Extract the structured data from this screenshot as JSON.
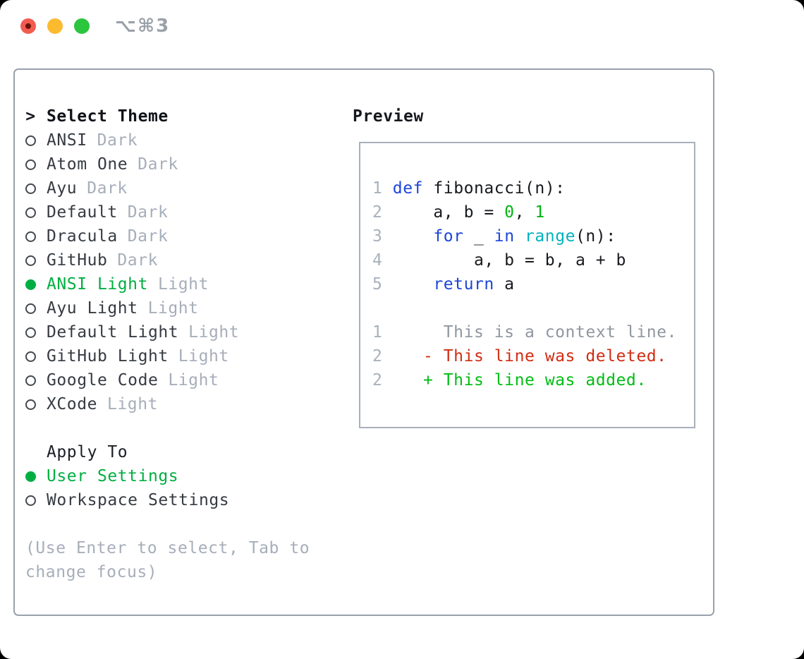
{
  "colors": {
    "accent": "#00ae41",
    "keyword": "#1c45d9",
    "builtin": "#00b2bf",
    "number": "#00b513",
    "added": "#00bd13",
    "deleted": "#d02d11",
    "context": "#8f97a0",
    "linenum": "#a8b1bc",
    "muted": "#a6aeba",
    "muted-dark": "#9aa1a9",
    "border-main": "#99a1ac",
    "border-preview": "#a9b0ba",
    "light-red": "#f35b51",
    "light-yellow": "#fcbb2f",
    "light-green": "#2cc53e"
  },
  "titlebar": {
    "shortcut_label": "⌥⌘3"
  },
  "theme_panel": {
    "cursor": ">",
    "title": "Select Theme",
    "items": [
      {
        "name": "ANSI",
        "tag": "Dark",
        "selected": false
      },
      {
        "name": "Atom One",
        "tag": "Dark",
        "selected": false
      },
      {
        "name": "Ayu",
        "tag": "Dark",
        "selected": false
      },
      {
        "name": "Default",
        "tag": "Dark",
        "selected": false
      },
      {
        "name": "Dracula",
        "tag": "Dark",
        "selected": false
      },
      {
        "name": "GitHub",
        "tag": "Dark",
        "selected": false
      },
      {
        "name": "ANSI Light",
        "tag": "Light",
        "selected": true
      },
      {
        "name": "Ayu Light",
        "tag": "Light",
        "selected": false
      },
      {
        "name": "Default Light",
        "tag": "Light",
        "selected": false
      },
      {
        "name": "GitHub Light",
        "tag": "Light",
        "selected": false
      },
      {
        "name": "Google Code",
        "tag": "Light",
        "selected": false
      },
      {
        "name": "XCode",
        "tag": "Light",
        "selected": false
      }
    ],
    "apply_to": {
      "title": "Apply To",
      "options": [
        {
          "label": "User Settings",
          "selected": true
        },
        {
          "label": "Workspace Settings",
          "selected": false
        }
      ]
    },
    "help_lines": [
      "(Use Enter to select, Tab to",
      "change focus)"
    ]
  },
  "preview": {
    "title": "Preview",
    "code_lines": [
      {
        "num": "1",
        "tokens": [
          {
            "c": "kw",
            "t": "def"
          },
          {
            "c": "plain",
            "t": " fibonacci(n):"
          }
        ]
      },
      {
        "num": "2",
        "tokens": [
          {
            "c": "plain",
            "t": "    a, b = "
          },
          {
            "c": "num",
            "t": "0"
          },
          {
            "c": "plain",
            "t": ", "
          },
          {
            "c": "num",
            "t": "1"
          }
        ]
      },
      {
        "num": "3",
        "tokens": [
          {
            "c": "plain",
            "t": "    "
          },
          {
            "c": "kw",
            "t": "for"
          },
          {
            "c": "plain",
            "t": " _ "
          },
          {
            "c": "kw",
            "t": "in"
          },
          {
            "c": "plain",
            "t": " "
          },
          {
            "c": "fn",
            "t": "range"
          },
          {
            "c": "plain",
            "t": "(n):"
          }
        ]
      },
      {
        "num": "4",
        "tokens": [
          {
            "c": "plain",
            "t": "        a, b = b, a + b"
          }
        ]
      },
      {
        "num": "5",
        "tokens": [
          {
            "c": "plain",
            "t": "    "
          },
          {
            "c": "kw",
            "t": "return"
          },
          {
            "c": "plain",
            "t": " a"
          }
        ]
      }
    ],
    "diff_lines": [
      {
        "num": "1",
        "kind": "context",
        "text": "     This is a context line."
      },
      {
        "num": "2",
        "kind": "deleted",
        "text": "   - This line was deleted."
      },
      {
        "num": "2",
        "kind": "added",
        "text": "   + This line was added."
      }
    ]
  }
}
